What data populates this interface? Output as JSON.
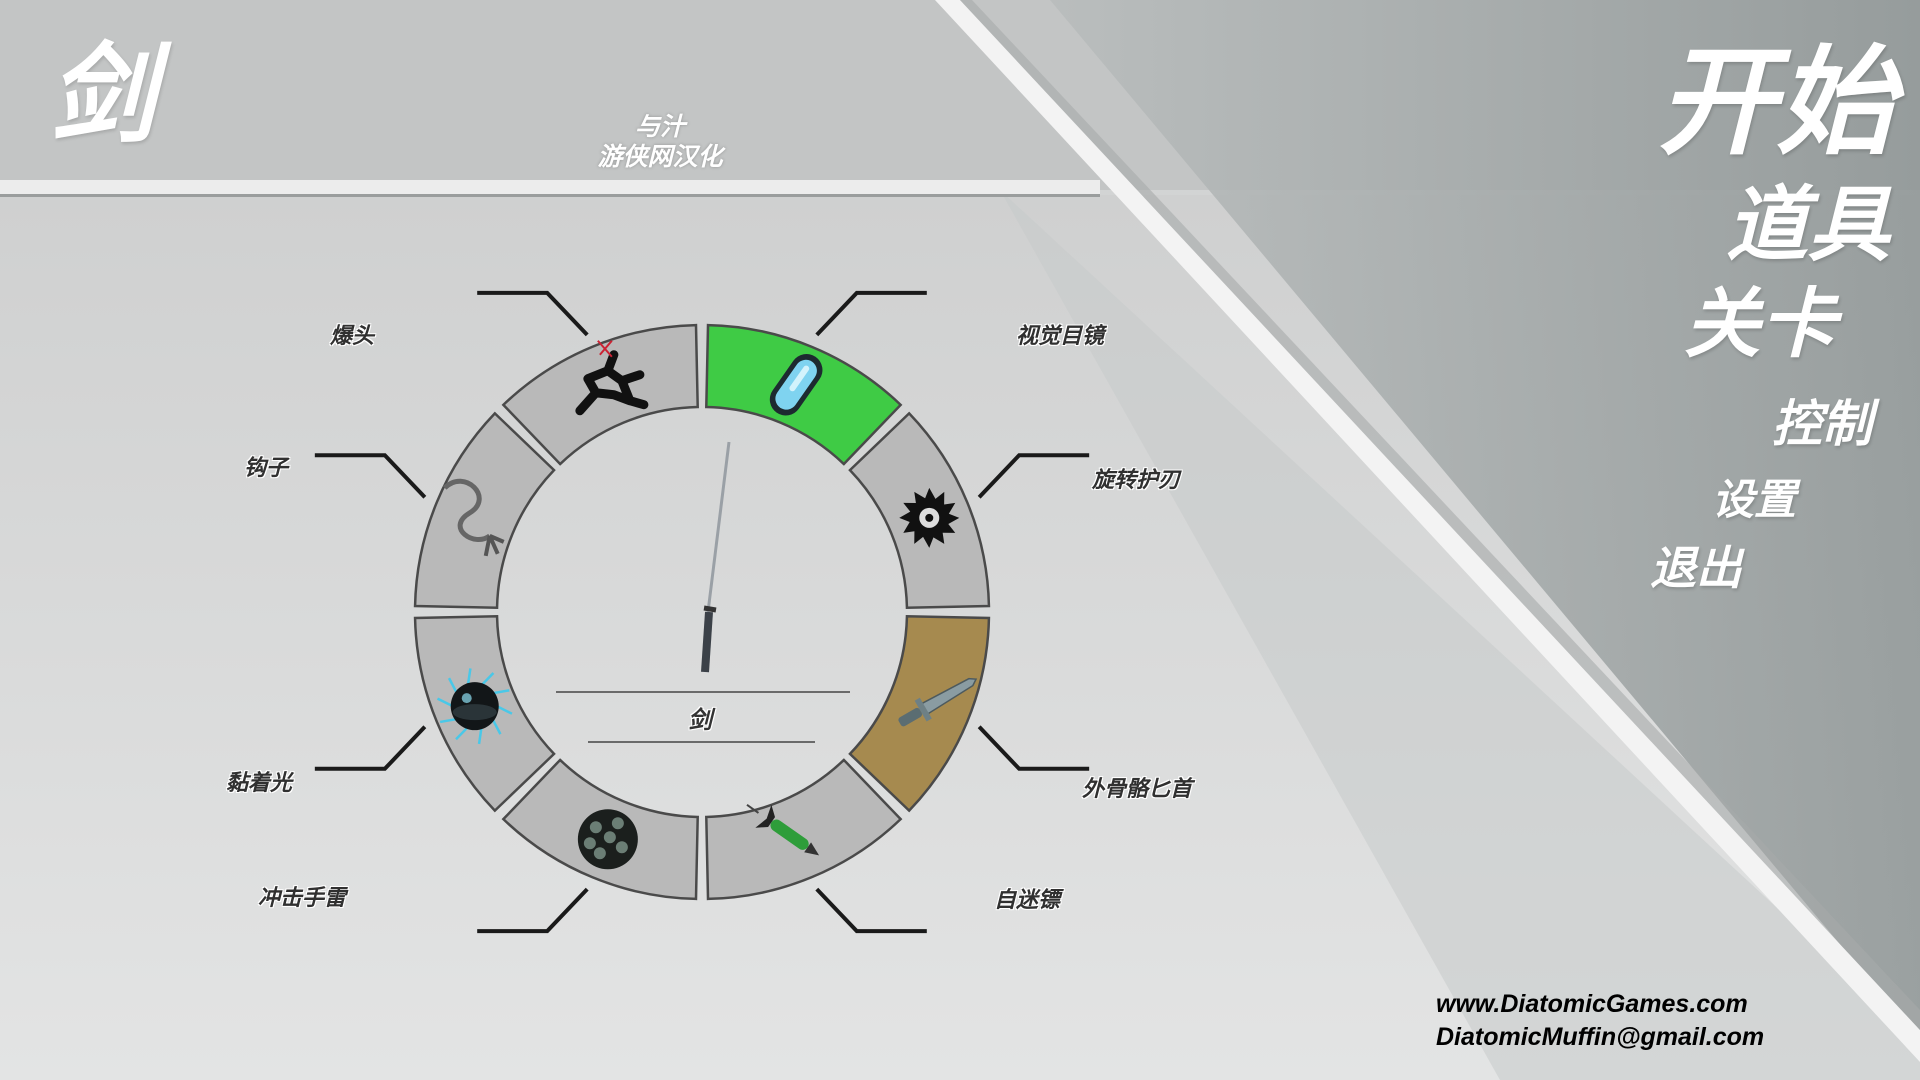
{
  "game": {
    "title": "剑",
    "credits": [
      "与汁",
      "游侠网汉化"
    ]
  },
  "menu": {
    "items": [
      "开始",
      "道具",
      "关卡",
      "控制",
      "设置",
      "退出"
    ]
  },
  "wheel": {
    "selected_name": "剑",
    "colors": {
      "segment": "#b9b9b9",
      "highlight_green": "#3fcb45",
      "highlight_gold": "#a68a4f",
      "outline": "#4a4a4a"
    },
    "segments": [
      {
        "label": "视觉目镜",
        "icon": "goggles-icon",
        "state": "highlighted"
      },
      {
        "label": "旋转护刃",
        "icon": "saw-blade-icon",
        "state": "normal"
      },
      {
        "label": "外骨骼匕首",
        "icon": "dagger-icon",
        "state": "equipped"
      },
      {
        "label": "自迷镖",
        "icon": "rocket-dart-icon",
        "state": "normal"
      },
      {
        "label": "冲击手雷",
        "icon": "grenade-icon",
        "state": "normal"
      },
      {
        "label": "黏着光",
        "icon": "sticky-light-icon",
        "state": "normal"
      },
      {
        "label": "钩子",
        "icon": "grapple-hook-icon",
        "state": "normal"
      },
      {
        "label": "爆头",
        "icon": "ragdoll-icon",
        "state": "normal"
      }
    ]
  },
  "footer": {
    "website": "www.DiatomicGames.com",
    "email": "DiatomicMuffin@gmail.com"
  }
}
